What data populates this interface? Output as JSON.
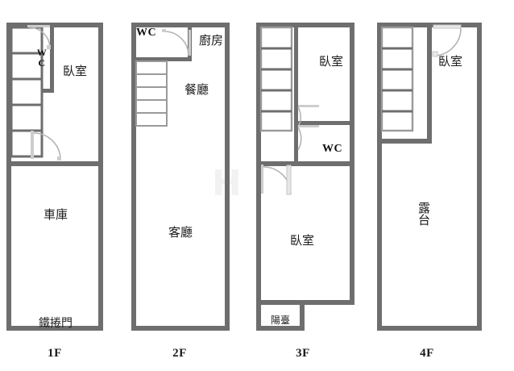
{
  "document": {
    "kind": "floor-plan-sheet",
    "title": "",
    "wall_color": "#6e6e6e",
    "thin_wall_color": "#9a9a9a",
    "door_color": "#b0b0b0",
    "text_color": "#1c1c1c",
    "background": "#ffffff"
  },
  "floors": [
    {
      "id": "floor-1f",
      "caption": "1F",
      "rooms": [
        {
          "name": "臥室",
          "kind": "bedroom"
        },
        {
          "name": "車庫",
          "kind": "garage"
        },
        {
          "name": "鐵捲門",
          "kind": "rolling-door"
        },
        {
          "name": "WC",
          "kind": "toilet"
        }
      ],
      "stair_steps": 5,
      "doors": 2
    },
    {
      "id": "floor-2f",
      "caption": "2F",
      "rooms": [
        {
          "name": "WC",
          "kind": "toilet"
        },
        {
          "name": "廚房",
          "kind": "kitchen"
        },
        {
          "name": "餐廳",
          "kind": "dining-room"
        },
        {
          "name": "客廳",
          "kind": "living-room"
        }
      ],
      "stair_steps": 5,
      "doors": 1
    },
    {
      "id": "floor-3f",
      "caption": "3F",
      "rooms": [
        {
          "name": "臥室",
          "kind": "bedroom-upper"
        },
        {
          "name": "WC",
          "kind": "toilet"
        },
        {
          "name": "臥室",
          "kind": "bedroom-lower"
        },
        {
          "name": "陽臺",
          "kind": "balcony"
        }
      ],
      "stair_steps": 5,
      "doors": 3
    },
    {
      "id": "floor-4f",
      "caption": "4F",
      "rooms": [
        {
          "name": "臥室",
          "kind": "bedroom"
        },
        {
          "name": "露台",
          "kind": "terrace"
        }
      ],
      "stair_steps": 5,
      "doors": 1
    }
  ],
  "labels": {
    "f1_bedroom": "臥室",
    "f1_garage": "車庫",
    "f1_rolling_door": "鐵捲門",
    "f1_wc_line1": "W",
    "f1_wc_line2": "C",
    "f1_caption": "1F",
    "f2_wc": "WC",
    "f2_kitchen": "廚房",
    "f2_dining": "餐廳",
    "f2_living": "客廳",
    "f2_caption": "2F",
    "f3_bedroom_top": "臥室",
    "f3_wc": "WC",
    "f3_bedroom_bottom": "臥室",
    "f3_balcony": "陽臺",
    "f3_caption": "3F",
    "f4_bedroom": "臥室",
    "f4_terrace": "露台",
    "f4_caption": "4F"
  },
  "watermark": {
    "text": "H"
  }
}
